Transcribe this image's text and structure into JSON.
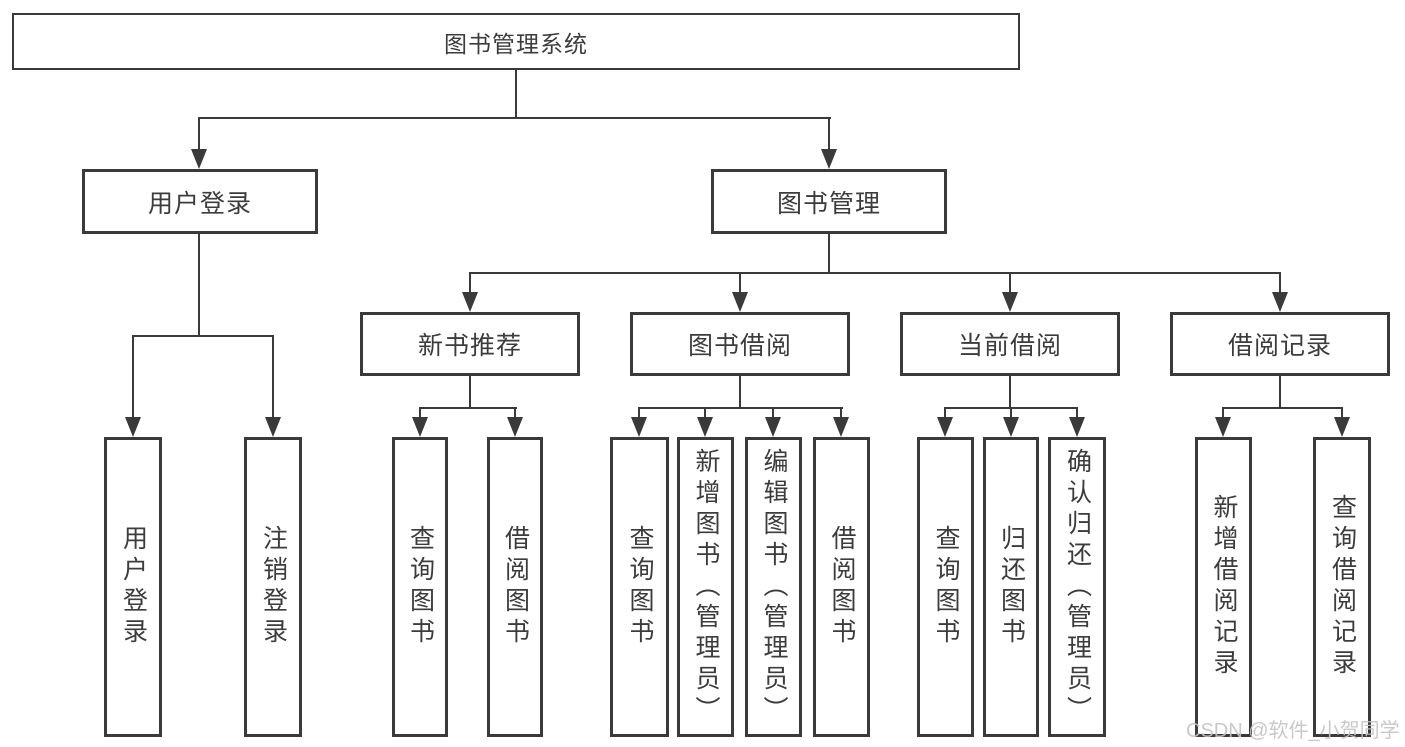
{
  "title": "图书管理系统",
  "watermark": "CSDN @软件_小贺同学",
  "colors": {
    "line": "#3a3a3a",
    "text": "#3c3c3c",
    "background": "#ffffff",
    "watermark": "#c3c3c3"
  },
  "tree": {
    "root": "图书管理系统",
    "branches": [
      {
        "label": "用户登录",
        "children": [
          "用户登录",
          "注销登录"
        ]
      },
      {
        "label": "图书管理",
        "sections": [
          {
            "label": "新书推荐",
            "children": [
              "查询图书",
              "借阅图书"
            ]
          },
          {
            "label": "图书借阅",
            "children": [
              "查询图书",
              "新增图书（管理员）",
              "编辑图书（管理员）",
              "借阅图书"
            ]
          },
          {
            "label": "当前借阅",
            "children": [
              "查询图书",
              "归还图书",
              "确认归还（管理员）"
            ]
          },
          {
            "label": "借阅记录",
            "children": [
              "新增借阅记录",
              "查询借阅记录"
            ]
          }
        ]
      }
    ]
  }
}
